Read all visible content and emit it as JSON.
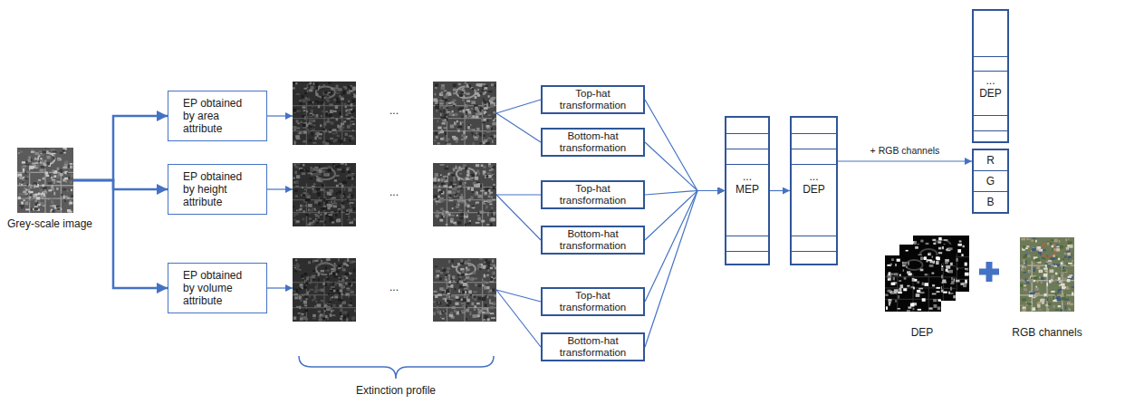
{
  "diagram": {
    "nodes": [
      {
        "text": [
          "Grey-scale image"
        ]
      },
      {
        "text": [
          "EP obtained by area attribute"
        ]
      },
      {
        "text": [
          "EP obtained by height attribute"
        ]
      },
      {
        "text": [
          "EP obtained by volume attribute"
        ]
      },
      {
        "text": [
          "Top-hat transformation"
        ]
      },
      {
        "text": [
          "Bottom-hat transformation"
        ]
      },
      {
        "text": [
          "Top-hat transformation"
        ]
      },
      {
        "text": [
          "Bottom-hat transformation"
        ]
      },
      {
        "text": [
          "Top-hat transformation"
        ]
      },
      {
        "text": [
          "Bottom-hat transformation"
        ]
      },
      {
        "text": [
          "...",
          "MEP"
        ]
      },
      {
        "text": [
          "...",
          "DEP"
        ]
      },
      {
        "text": [
          "...",
          "DEP"
        ]
      },
      {
        "text": [
          "R",
          "G",
          "B"
        ]
      }
    ],
    "edges": [
      {
        "from": 0,
        "to": 1,
        "arrow": "to"
      },
      {
        "from": 0,
        "to": 2,
        "arrow": "to"
      },
      {
        "from": 0,
        "to": 3,
        "arrow": "to"
      },
      {
        "from": 4,
        "to": 10,
        "arrow": "to"
      },
      {
        "from": 5,
        "to": 10,
        "arrow": "to"
      },
      {
        "from": 6,
        "to": 10,
        "arrow": "to"
      },
      {
        "from": 7,
        "to": 10,
        "arrow": "to"
      },
      {
        "from": 8,
        "to": 10,
        "arrow": "to"
      },
      {
        "from": 9,
        "to": 10,
        "arrow": "to"
      },
      {
        "from": 10,
        "to": 11,
        "arrow": "to"
      },
      {
        "from": 11,
        "to": 13,
        "label": "+ RGB channels",
        "arrow": "to"
      }
    ],
    "labels": [
      "...",
      "...",
      "...",
      "Extinction profile",
      "DEP",
      "RGB channels"
    ]
  }
}
